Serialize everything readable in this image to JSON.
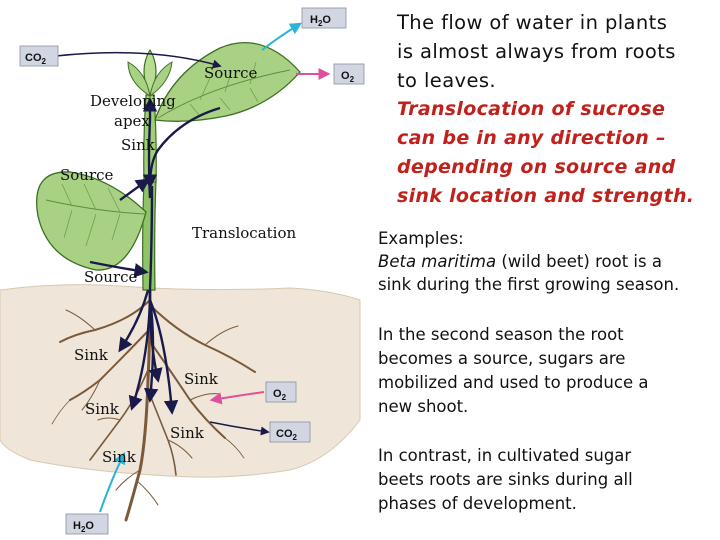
{
  "diagram": {
    "labels": {
      "source_leaf": "Source",
      "developing_line1": "Developing",
      "developing_line2": "apex",
      "sink_apex": "Sink",
      "source_left_leaf": "Source",
      "translocation": "Translocation",
      "source_lower": "Source",
      "sink_root_1": "Sink",
      "sink_root_2": "Sink",
      "sink_root_3": "Sink",
      "sink_root_4": "Sink",
      "sink_root_5": "Sink"
    },
    "chem": {
      "h2o_top": "H",
      "h2o_top_sub": "2",
      "h2o_top_end": "O",
      "co2_top": "CO",
      "co2_top_sub": "2",
      "o2_leaf": "O",
      "o2_leaf_sub": "2",
      "o2_root": "O",
      "o2_root_sub": "2",
      "co2_root": "CO",
      "co2_root_sub": "2",
      "h2o_bottom": "H",
      "h2o_bottom_sub": "2",
      "h2o_bottom_end": "O"
    },
    "colors": {
      "leaf_fill": "#a9d184",
      "leaf_stroke": "#3d6e24",
      "stem_fill": "#8fc466",
      "soil_fill": "#efe5d8",
      "root_color": "#7a5a3a",
      "arrow_color": "#1a1a4a",
      "h2o_arrow": "#2ab4d8",
      "o2_arrow": "#e0509a",
      "chem_box": "#d2d6e2"
    }
  },
  "text": {
    "p1_lines": [
      "The flow of water in plants",
      "is almost always from roots",
      "to leaves."
    ],
    "p2_lines": [
      "Translocation of sucrose",
      "can be in any direction –",
      "depending on source and",
      "sink location and strength."
    ],
    "p3_line1": "Examples:",
    "p3_italic": "Beta maritima",
    "p3_rest": " (wild beet) root is a",
    "p3_line3": "sink during the first growing season.",
    "p4_lines": [
      "In the second season the root",
      "becomes a source, sugars are",
      "mobilized and used to produce a",
      "new shoot."
    ],
    "p5_lines": [
      "In contrast, in cultivated sugar",
      "beets roots are sinks during all",
      "phases of development."
    ]
  }
}
